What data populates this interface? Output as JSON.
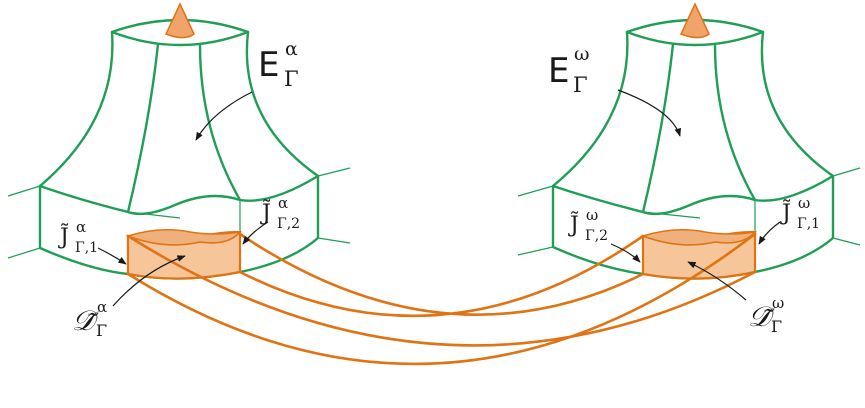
{
  "labels": {
    "E_alpha": {
      "base": "E",
      "sup": "α",
      "sub": "Γ"
    },
    "E_omega": {
      "base": "E",
      "sup": "ω",
      "sub": "Γ"
    },
    "J_alpha_1": {
      "base": "J̃",
      "sup": "α",
      "sub": "Γ,1"
    },
    "J_alpha_2": {
      "base": "J̃",
      "sup": "α",
      "sub": "Γ,2"
    },
    "J_omega_2": {
      "base": "J̃",
      "sup": "ω",
      "sub": "Γ,2"
    },
    "J_omega_1": {
      "base": "J̃",
      "sup": "ω",
      "sub": "Γ,1"
    },
    "D_alpha": {
      "base": "𝒟̃",
      "sup": "α",
      "sub": "Γ"
    },
    "D_omega": {
      "base": "𝒟̃",
      "sup": "ω",
      "sub": "Γ"
    }
  },
  "colors": {
    "edge": "#1f9e55",
    "connector": "#e07414",
    "fill": "#f6c59a"
  }
}
